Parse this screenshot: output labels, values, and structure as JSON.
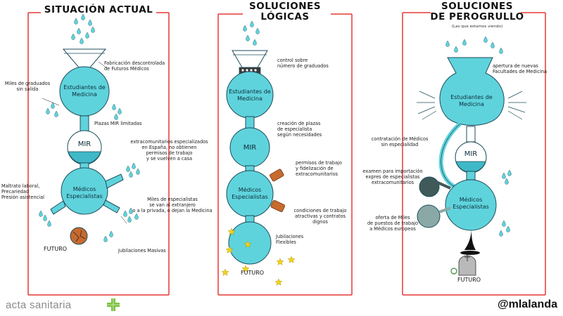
{
  "panels": [
    {
      "title": "SITUACIÓN ACTUAL",
      "subtitle": "",
      "flask_labels": [
        "Estudiantes de\nMedicina",
        "MIR",
        "Médicos\nEspecialistas"
      ],
      "future": "FUTURO",
      "notes": [
        "Fabricación descontrolada\nde Futuros Médicos",
        "Miles de graduados\nsin salida",
        "Plazas MIR limitadas",
        "extracomunitarios especializados\nen España, no obtienen\npermisos de trabajo\ny se vuelven a casa",
        "Maltrato laboral,\nPrecariedad\nPresión asistencial",
        "Miles de especialistas\nse van al extranjero\no a la privada, o dejan la Medicina",
        "Jubilaciones Masivas"
      ]
    },
    {
      "title": "SOLUCIONES\nLÓGICAS",
      "subtitle": "",
      "flask_labels": [
        "Estudiantes de\nMedicina",
        "MIR",
        "Médicos\nEspecialistas"
      ],
      "future": "FUTURO",
      "notes": [
        "control sobre\nnúmero de graduados",
        "creación de plazas\nde especialista\nsegún necesidades",
        "permisos de trabajo\ny fidelización de\nextracomunitarios",
        "condiciones de trabajo\natractivas y contratos\ndignos",
        "Jubilaciones\nFlexibles"
      ]
    },
    {
      "title": "SOLUCIONES\nDE PEROGRULLO",
      "subtitle": "(Las que estamos viendo)",
      "flask_labels": [
        "Estudiantes de\nMedicina",
        "MIR",
        "Médicos\nEspecialistas"
      ],
      "future": "FUTURO",
      "notes": [
        "apertura de nuevas\nFacultades de Medicina",
        "contratación de Médicos\nsin especialidad",
        "examen para importación\nexpres de especialistas\nextracomunitarios",
        "oferta de Miles\nde puestos de trabajo\na Médicos europeos"
      ]
    }
  ],
  "footer": {
    "brand": "acta sanitaria",
    "handle": "@mlalanda"
  },
  "colors": {
    "frame": "#e53935",
    "flask_fill": "#5fd3dc",
    "flask_stroke": "#1e4e5c",
    "liquid": "#3fb8c7",
    "star": "#f2d21b",
    "brand_cross": "#7cc242"
  }
}
